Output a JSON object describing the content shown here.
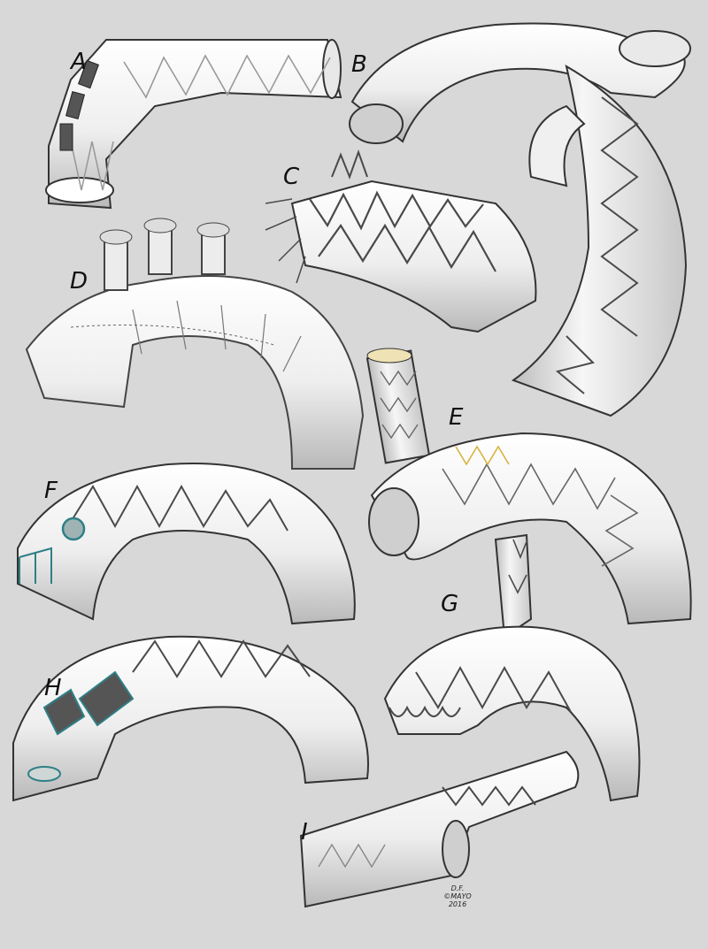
{
  "figure": {
    "labels": [
      {
        "id": "A",
        "text": "A"
      },
      {
        "id": "B",
        "text": "B"
      },
      {
        "id": "C",
        "text": "C"
      },
      {
        "id": "D",
        "text": "D"
      },
      {
        "id": "E",
        "text": "E"
      },
      {
        "id": "F",
        "text": "F"
      },
      {
        "id": "G",
        "text": "G"
      },
      {
        "id": "H",
        "text": "H"
      },
      {
        "id": "I",
        "text": "I"
      }
    ],
    "signature": {
      "line1": "D.F.",
      "line2": "©MAYO",
      "line3": "2016"
    },
    "colors": {
      "background": "#d8d8d8",
      "graft": "#f2f2f2",
      "stent_wire": "#4a4a4a",
      "suture_gold": "#d9b341",
      "teal_ring": "#2f7f86"
    }
  }
}
